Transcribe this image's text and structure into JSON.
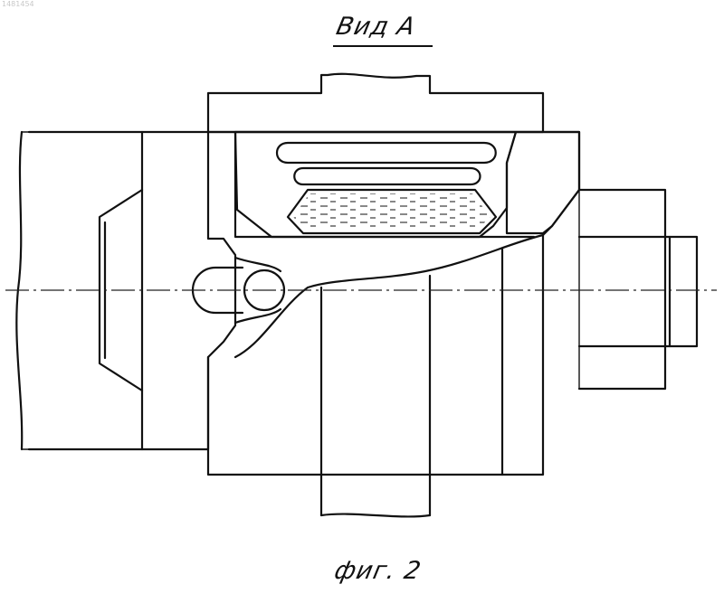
{
  "labels": {
    "view_title": "Вид А",
    "figure_caption": "фиг. 2",
    "patent_number": "1481454"
  },
  "hatching": {
    "top_cover": "diagonal",
    "right_block": "diagonal",
    "pin": "diagonal",
    "seal": "cross-hatch",
    "filler": "dotted"
  },
  "colors": {
    "ink": "#111111",
    "paper": "#ffffff"
  }
}
